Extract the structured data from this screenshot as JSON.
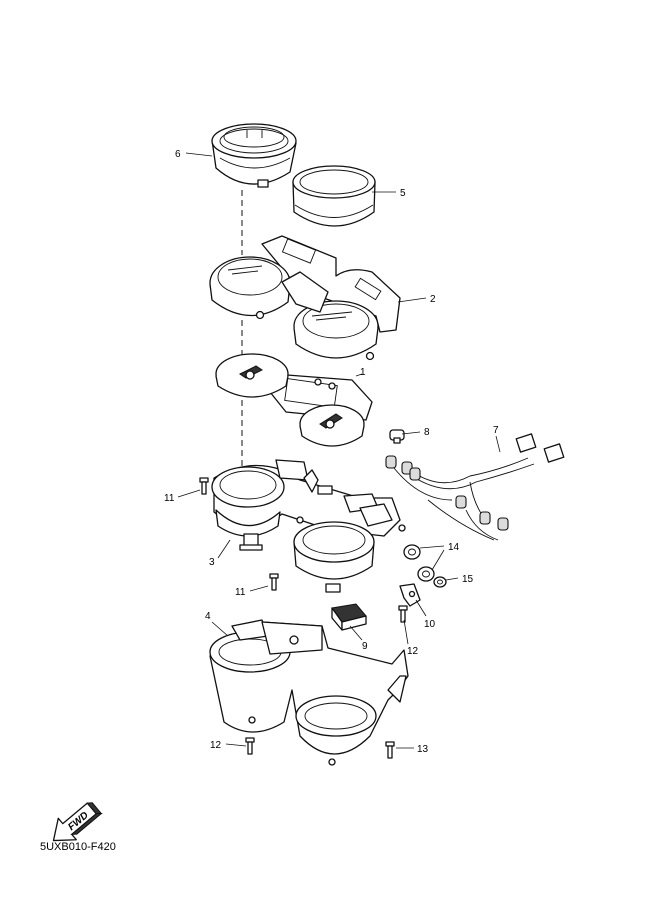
{
  "callouts": {
    "c1": "1",
    "c2": "2",
    "c3": "3",
    "c4": "4",
    "c5": "5",
    "c6": "6",
    "c7": "7",
    "c8": "8",
    "c9": "9",
    "c10": "10",
    "c11a": "11",
    "c11b": "11",
    "c12a": "12",
    "c12b": "12",
    "c13": "13",
    "c14": "14",
    "c15": "15"
  },
  "fwd_label": "FWD",
  "diagram_code": "5UXB010-F420"
}
